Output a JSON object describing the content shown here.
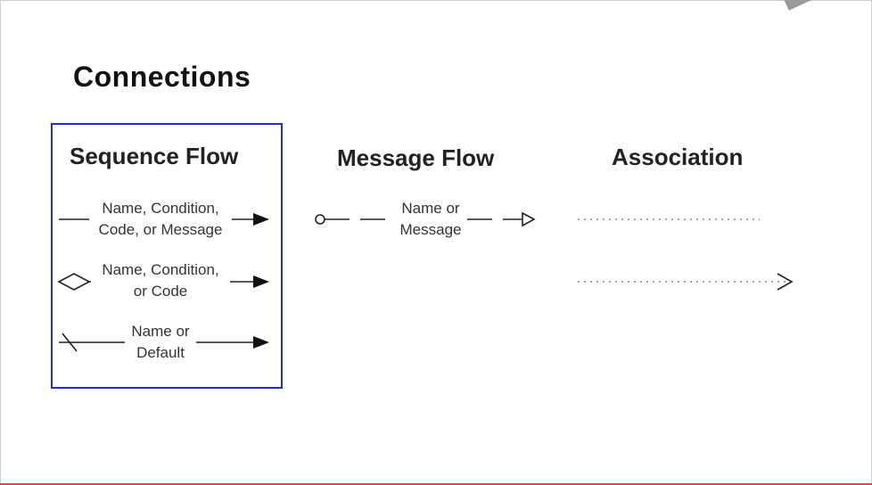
{
  "title": "Connections",
  "sequence_flow": {
    "heading": "Sequence Flow",
    "items": [
      {
        "line1": "Name, Condition,",
        "line2": "Code, or Message"
      },
      {
        "line1": "Name, Condition,",
        "line2": "or Code"
      },
      {
        "line1": "Name or",
        "line2": "Default"
      }
    ]
  },
  "message_flow": {
    "heading": "Message Flow",
    "label_line1": "Name or",
    "label_line2": "Message"
  },
  "association": {
    "heading": "Association"
  },
  "colors": {
    "box_border": "#2b2ec2",
    "line": "#222222",
    "dotted": "#888888",
    "bottom_accent": "#d8473e"
  }
}
